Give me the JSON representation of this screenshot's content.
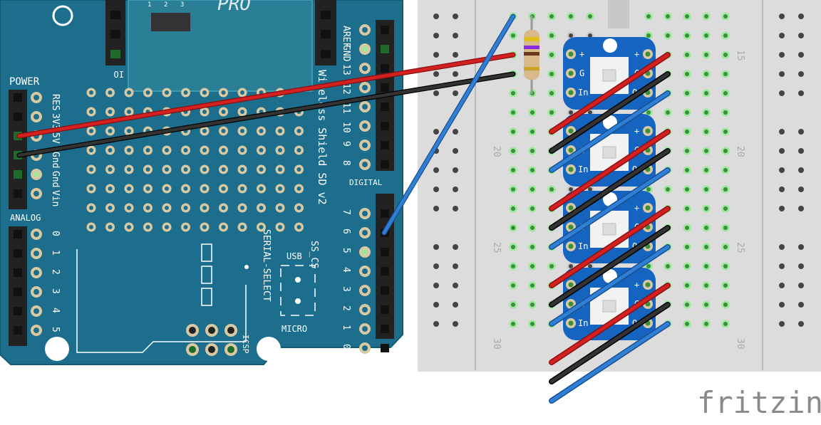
{
  "shield": {
    "power_header": "POWER",
    "power_pins": [
      "RES",
      "3V3",
      "5V",
      "Gnd",
      "Gnd",
      "Vin"
    ],
    "analog_header": "ANALOG",
    "analog_pins": [
      "0",
      "1",
      "2",
      "3",
      "4",
      "5"
    ],
    "digital_header": "DIGITAL",
    "digital_pins": [
      "7",
      "6",
      "5",
      "4",
      "3",
      "2",
      "1",
      "0"
    ],
    "top_pins": [
      "AREF",
      "GND",
      "13",
      "12",
      "11",
      "10",
      "9",
      "8"
    ],
    "board_label": "Wireless Shield SD v2",
    "ss_cs_label": "SS_CS",
    "serial_select_label": "SERIAL-SELECT",
    "usb_label": "USB",
    "micro_label": "MICRO",
    "icsp_label": "ICSP",
    "module_label": "PRO",
    "module_pin_numbers": [
      "1",
      "2",
      "3"
    ],
    "rotated_side_label": "IO"
  },
  "breadboard": {
    "row_numbers": [
      "15",
      "20",
      "25",
      "30"
    ]
  },
  "neopixel": {
    "pin_plus": "+",
    "pin_g": "G",
    "pin_in": "In",
    "pin_out": "O"
  },
  "watermark": "fritzing",
  "colors": {
    "shield_blue": "#1c6e8c",
    "breadboard": "#dcdcdc",
    "neopixel_blue": "#1565c0",
    "wire_red": "#d32020",
    "wire_black": "#222222",
    "wire_blue": "#2f7fd6",
    "hole_green": "#5fd35f"
  }
}
